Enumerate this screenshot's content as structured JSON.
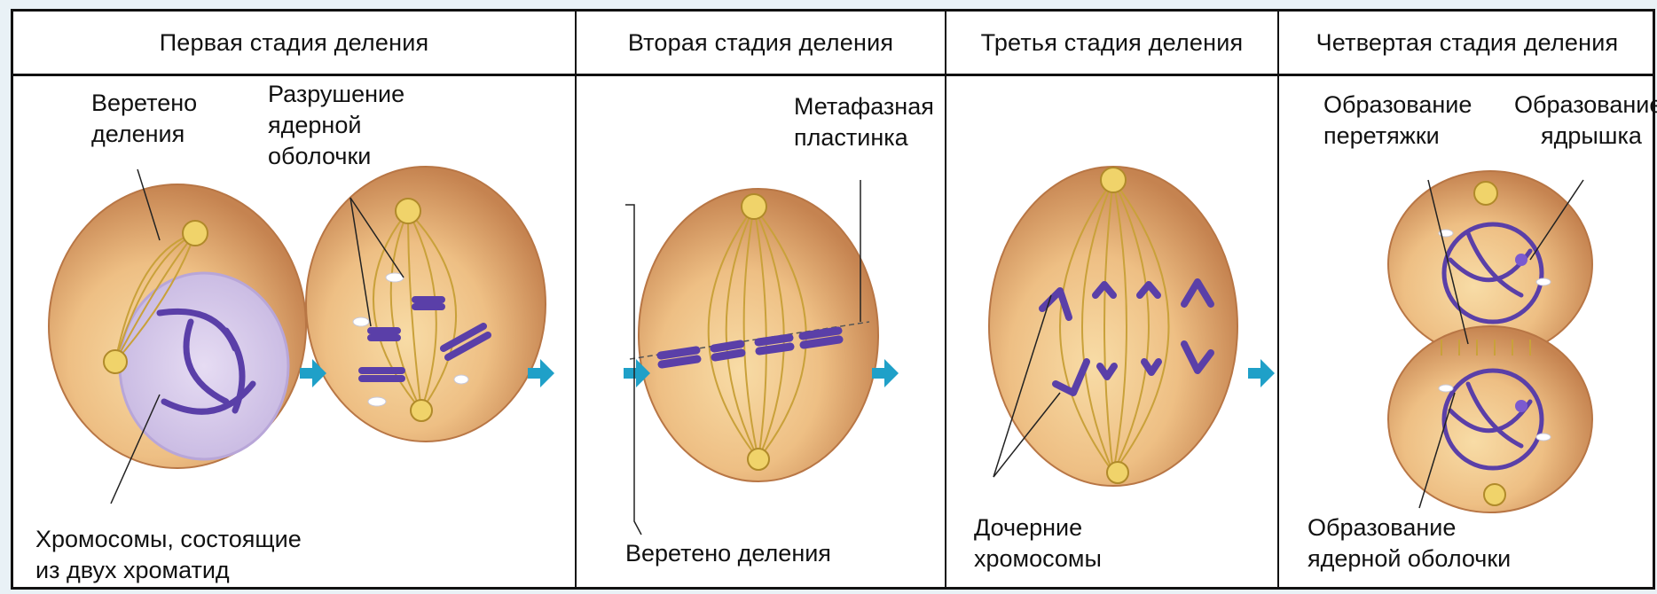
{
  "headers": [
    "Первая стадия деления",
    "Вторая стадия деления",
    "Третья стадия деления",
    "Четвертая стадия деления"
  ],
  "labels": {
    "spindle_1_line1": "Веретено",
    "spindle_1_line2": "деления",
    "envelope_break_line1": "Разрушение",
    "envelope_break_line2": "ядерной",
    "envelope_break_line3": "оболочки",
    "chromosomes_line1": "Хромосомы, состоящие",
    "chromosomes_line2": "из двух хроматид",
    "metaphase_line1": "Метафазная",
    "metaphase_line2": "пластинка",
    "spindle_2": "Веретено деления",
    "daughter_line1": "Дочерние",
    "daughter_line2": "хромосомы",
    "constriction_line1": "Образование",
    "constriction_line2": "перетяжки",
    "nucleolus_line1": "Образование",
    "nucleolus_line2": "ядрышка",
    "new_envelope_line1": "Образование",
    "new_envelope_line2": "ядерной оболочки"
  },
  "colors": {
    "cell_outer": "#c98a55",
    "cell_inner": "#f3cf94",
    "spindle": "#c9a13a",
    "chromosome": "#5a3fa8",
    "nucleus": "#ddd3ee",
    "arrow": "#1fa0c8"
  }
}
